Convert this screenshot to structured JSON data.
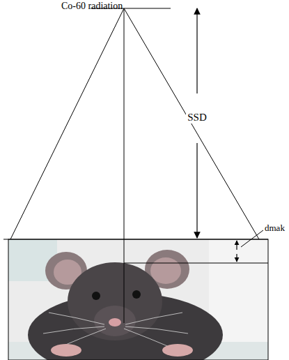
{
  "diagram": {
    "labels": [
      "Co-60 radiation",
      "SSD",
      "dmak"
    ]
  }
}
